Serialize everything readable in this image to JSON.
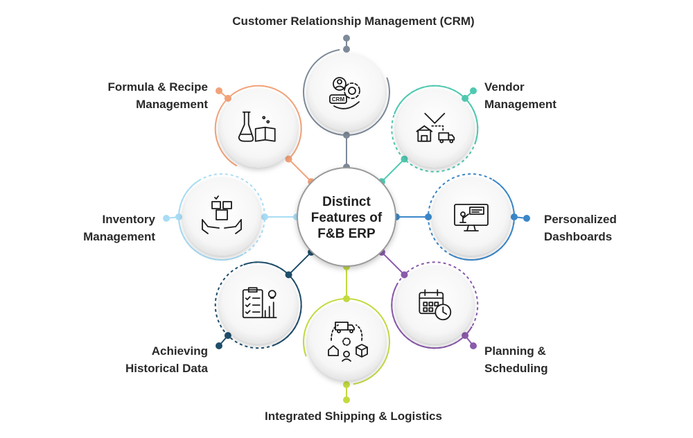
{
  "center": {
    "lines": [
      "Distinct",
      "Features of",
      "F&B ERP"
    ]
  },
  "features": [
    {
      "id": "crm",
      "lines": [
        "Customer Relationship Management (CRM)"
      ],
      "color": "#7d8a99",
      "icon": "crm-gear-icon"
    },
    {
      "id": "vendor",
      "lines": [
        "Vendor",
        "Management"
      ],
      "color": "#4fc9b0",
      "icon": "handshake-delivery-icon"
    },
    {
      "id": "dashboard",
      "lines": [
        "Personalized",
        "Dashboards"
      ],
      "color": "#3b87c9",
      "icon": "presentation-board-icon"
    },
    {
      "id": "planning",
      "lines": [
        "Planning &",
        "Scheduling"
      ],
      "color": "#8a5aab",
      "icon": "calendar-clock-icon"
    },
    {
      "id": "shipping",
      "lines": [
        "Integrated Shipping & Logistics"
      ],
      "color": "#c4da3f",
      "icon": "logistics-cycle-icon"
    },
    {
      "id": "history",
      "lines": [
        "Achieving",
        "Historical Data"
      ],
      "color": "#1f4e6b",
      "icon": "checklist-chart-icon"
    },
    {
      "id": "inventory",
      "lines": [
        "Inventory",
        "Management"
      ],
      "color": "#a9dcf5",
      "icon": "boxes-hands-icon"
    },
    {
      "id": "recipe",
      "lines": [
        "Formula & Recipe",
        "Management"
      ],
      "color": "#f2a279",
      "icon": "flask-book-icon"
    }
  ]
}
